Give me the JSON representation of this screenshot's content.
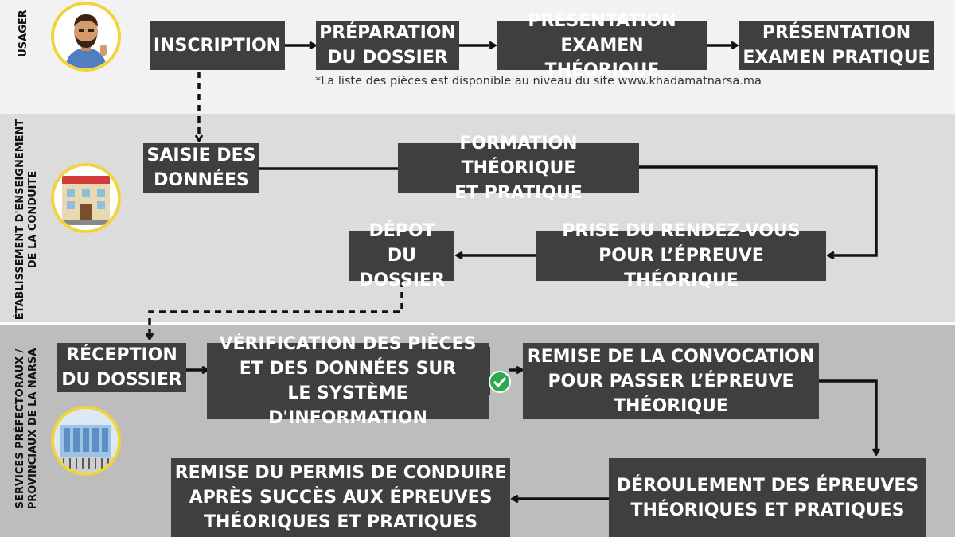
{
  "lanes": {
    "usager": "USAGER",
    "ecole": "ÉTABLISSEMENT D'ENSEIGNEMENT\nDE LA CONDUITE",
    "services": "SERVICES PRÉFECTORAUX /\nPROVINCIAUX DE LA NARSA"
  },
  "steps": {
    "inscription": "INSCRIPTION",
    "preparation": "PRÉPARATION\nDU DOSSIER",
    "exam_theo": "PRÉSENTATION\nEXAMEN THÉORIQUE",
    "exam_prat": "PRÉSENTATION\nEXAMEN PRATIQUE",
    "saisie": "SAISIE DES\nDONNÉES",
    "formation": "FORMATION THÉORIQUE\nET PRATIQUE",
    "depot": "DÉPOT DU\nDOSSIER",
    "rendezvous": "PRISE DU RENDEZ-VOUS\nPOUR L’ÉPREUVE THÉORIQUE",
    "reception": "RÉCEPTION\nDU DOSSIER",
    "verification": "VÉRIFICATION DES PIÈCES\nET DES DONNÉES SUR\nLE SYSTÈME D'INFORMATION",
    "convocation": "REMISE DE LA CONVOCATION\nPOUR PASSER L’ÉPREUVE\nTHÉORIQUE",
    "deroulement": "DÉROULEMENT DES ÉPREUVES\nTHÉORIQUES ET PRATIQUES",
    "permis": "REMISE DU PERMIS DE CONDUIRE\nAPRÈS SUCCÈS AUX ÉPREUVES\nTHÉORIQUES ET PRATIQUES"
  },
  "note": "*La liste des pièces est disponible au niveau du site www.khadamatnarsa.ma",
  "colors": {
    "box": "#3f3f3f",
    "accent": "#f2d43a",
    "check": "#2fa84f"
  }
}
